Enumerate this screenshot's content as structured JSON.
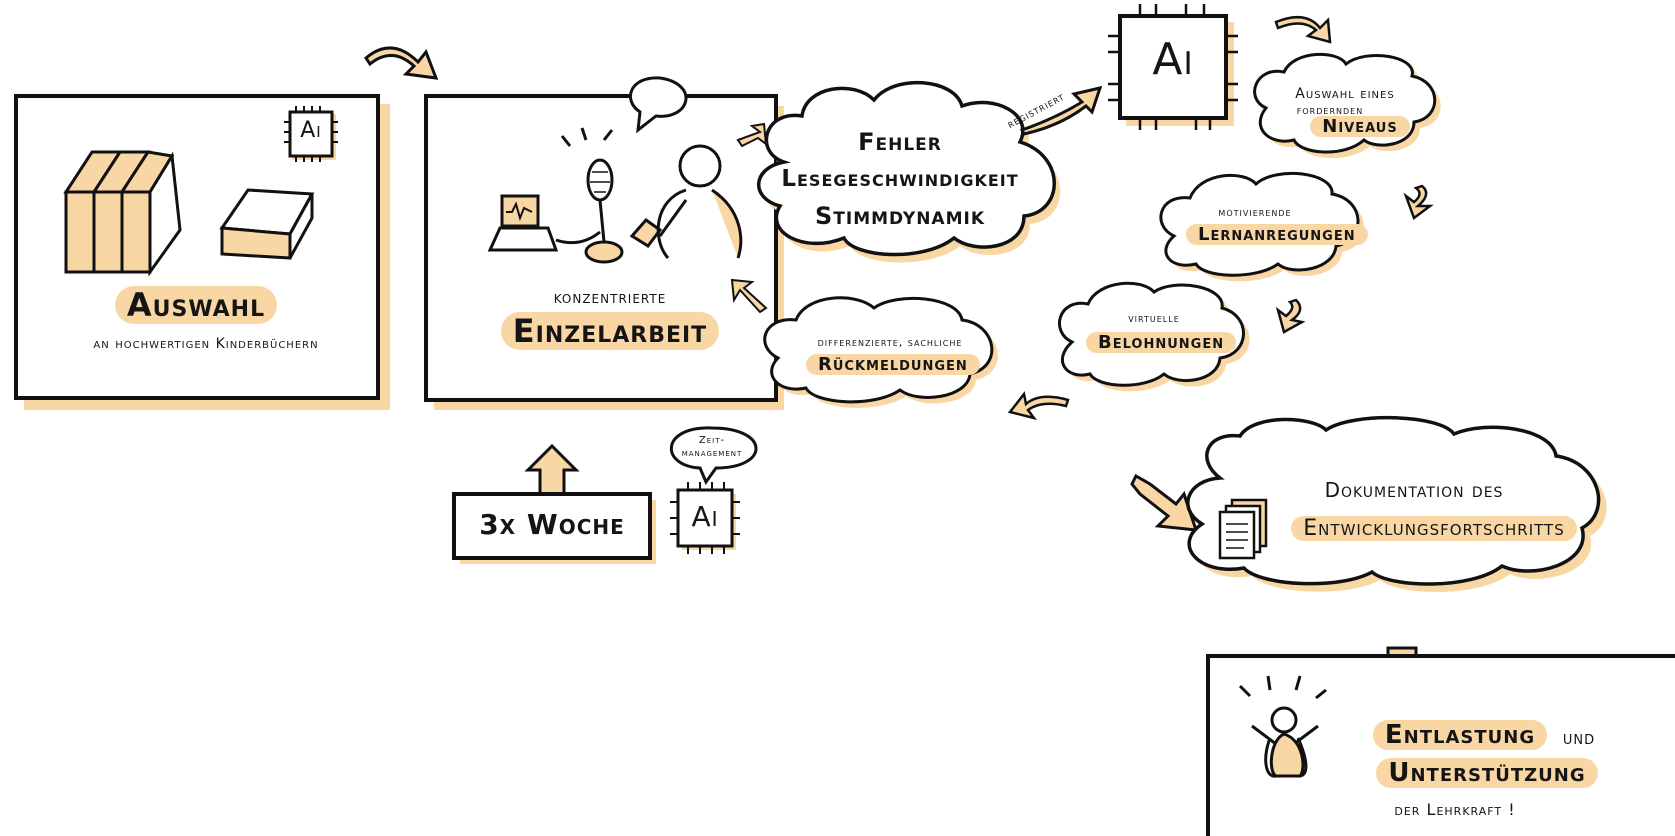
{
  "colors": {
    "accent": "#f9d7a4",
    "ink": "#151515",
    "background": "#ffffff"
  },
  "panels": {
    "selection": {
      "title": "Auswahl",
      "subtitle": "an hochwertigen Kinderbüchern",
      "chip": "Ai"
    },
    "focused_work": {
      "line1": "konzentrierte",
      "title": "Einzelarbeit"
    },
    "schedule": {
      "label": "3x Woche",
      "chip": "Ai",
      "speech": "Zeit-management"
    },
    "relief": {
      "line1": "Entlastung",
      "line1b": "und",
      "line2": "Unterstützung",
      "line3": "der Lehrkraft !"
    }
  },
  "clouds": {
    "registers": {
      "line1": "Fehler",
      "line2": "Lesegeschwindigkeit",
      "line3": "Stimmdynamik"
    },
    "feedback": {
      "line1": "differenzierte, sachliche",
      "line2": "Rückmeldungen"
    },
    "level": {
      "line1": "Auswahl eines",
      "line2": "fordernden",
      "line3": "Niveaus"
    },
    "motivation": {
      "line1": "motivierende",
      "line2": "Lernanregungen"
    },
    "rewards": {
      "line1": "virtuelle",
      "line2": "Belohnungen"
    },
    "documentation": {
      "line1": "Dokumentation des",
      "line2": "Entwicklungsfortschritts"
    }
  },
  "ai_chip": {
    "label": "Ai"
  },
  "arrow_label": "registriert",
  "icons": [
    "books-icon",
    "book-icon",
    "ai-chip-icon",
    "laptop-icon",
    "microphone-icon",
    "reader-figure-icon",
    "speech-bubble-icon",
    "documents-icon",
    "joyful-person-icon",
    "arrow-icon"
  ]
}
